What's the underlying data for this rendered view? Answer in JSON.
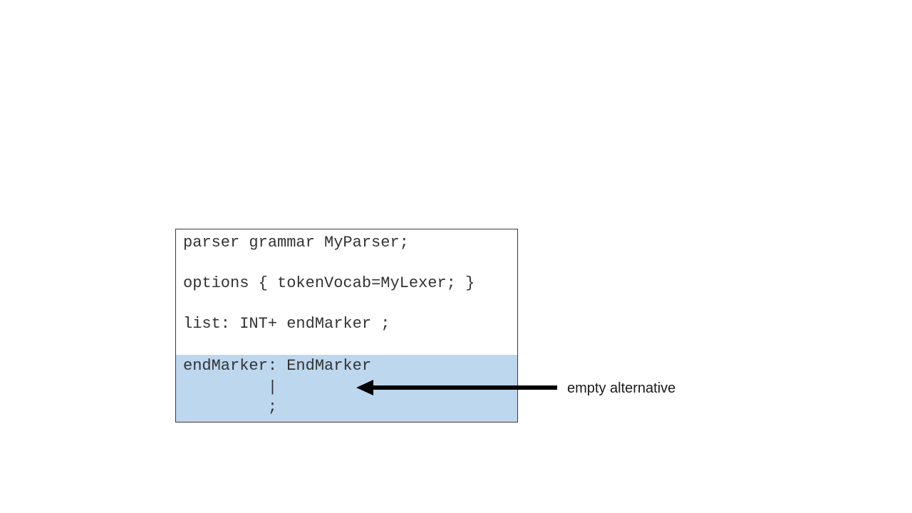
{
  "code": {
    "line1": "parser grammar MyParser;",
    "line2": "options { tokenVocab=MyLexer; }",
    "line3": "list: INT+ endMarker ;",
    "line4": "endMarker: EndMarker",
    "line5": "         |",
    "line6": "         ;"
  },
  "annotation": {
    "text": "empty alternative"
  },
  "colors": {
    "highlight": "#bdd7ee",
    "arrow": "#000000",
    "border": "#3a3a3a"
  }
}
